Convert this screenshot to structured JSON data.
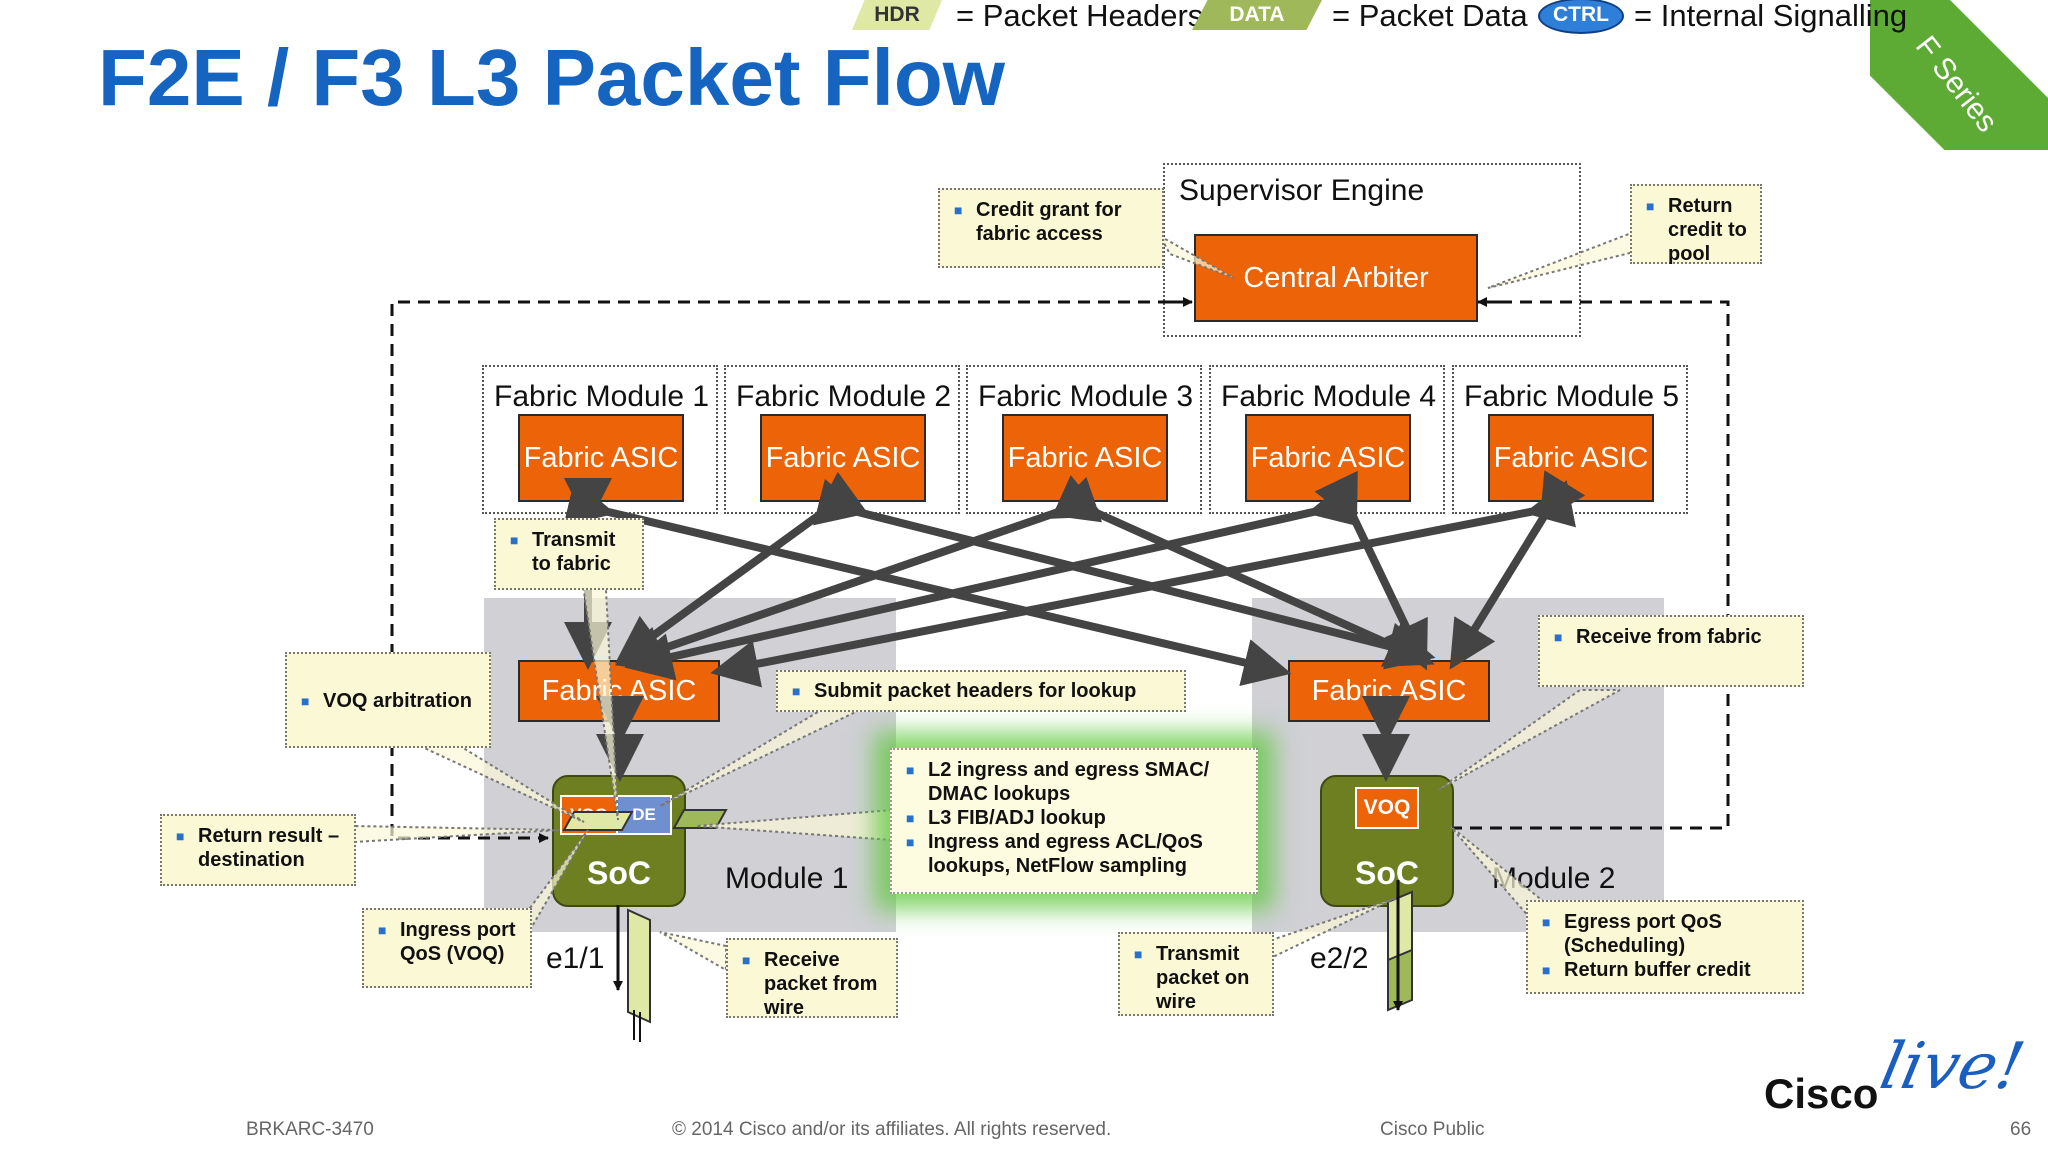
{
  "slide": {
    "title": "F2E / F3 L3 Packet Flow",
    "series_tag": "F Series"
  },
  "legend": {
    "hdr_chip": "HDR",
    "hdr_text": "= Packet Headers",
    "data_chip": "DATA",
    "data_text": "= Packet Data",
    "ctrl_chip": "CTRL",
    "ctrl_text": "= Internal Signalling"
  },
  "supervisor": {
    "label": "Supervisor Engine",
    "arbiter": "Central Arbiter"
  },
  "fabric_modules": [
    {
      "label": "Fabric Module 1",
      "asic": "Fabric ASIC"
    },
    {
      "label": "Fabric Module 2",
      "asic": "Fabric ASIC"
    },
    {
      "label": "Fabric Module 3",
      "asic": "Fabric ASIC"
    },
    {
      "label": "Fabric Module 4",
      "asic": "Fabric ASIC"
    },
    {
      "label": "Fabric Module 5",
      "asic": "Fabric ASIC"
    }
  ],
  "module1": {
    "label": "Module 1",
    "asic": "Fabric ASIC",
    "soc": "SoC",
    "voq": "VOQ",
    "de": "DE",
    "port": "e1/1"
  },
  "module2": {
    "label": "Module 2",
    "asic": "Fabric ASIC",
    "soc": "SoC",
    "voq": "VOQ",
    "port": "e2/2"
  },
  "notes": {
    "credit_grant": [
      "Credit grant for fabric access"
    ],
    "return_credit": [
      "Return credit to pool"
    ],
    "transmit_fabric": [
      "Transmit to fabric"
    ],
    "voq_arbitration": [
      "VOQ arbitration"
    ],
    "submit_headers": [
      "Submit packet headers for lookup"
    ],
    "lookups": [
      "L2 ingress and egress SMAC/ DMAC lookups",
      "L3 FIB/ADJ lookup",
      "Ingress and egress ACL/QoS lookups, NetFlow sampling"
    ],
    "return_result": [
      "Return result – destination"
    ],
    "ingress_qos": [
      "Ingress port QoS (VOQ)"
    ],
    "receive_wire": [
      "Receive packet from wire"
    ],
    "transmit_wire": [
      "Transmit packet on wire"
    ],
    "receive_fabric": [
      "Receive from fabric"
    ],
    "egress_qos": [
      "Egress port QoS (Scheduling)",
      "Return buffer credit"
    ]
  },
  "footer": {
    "session": "BRKARC-3470",
    "copyright": "© 2014 Cisco and/or its affiliates. All rights reserved.",
    "classification": "Cisco Public",
    "page": "66",
    "logo_text": "Cisco",
    "logo_script": "live!"
  },
  "colors": {
    "title": "#1565c0",
    "asic": "#ec6407",
    "soc": "#6e7f22",
    "note_bg": "#fbf8d6",
    "corner_ribbon": "#5dab34",
    "arrow": "#444444"
  }
}
